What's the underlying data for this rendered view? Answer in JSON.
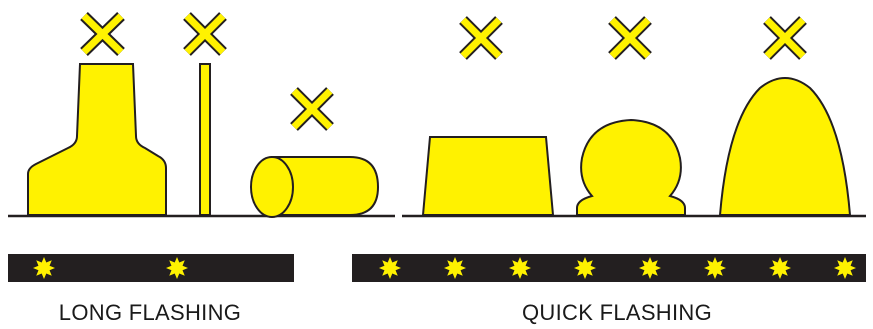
{
  "colors": {
    "buoy_fill": "#fff200",
    "outline": "#231f20",
    "light_bar": "#231f20",
    "flash": "#fff200"
  },
  "buoys": [
    {
      "shape": "spar-with-base",
      "topmark": "x-topmark"
    },
    {
      "shape": "pole",
      "topmark": "x-topmark"
    },
    {
      "shape": "barrel",
      "topmark": "x-topmark"
    },
    {
      "shape": "can",
      "topmark": "x-topmark"
    },
    {
      "shape": "spherical",
      "topmark": "x-topmark"
    },
    {
      "shape": "pillar",
      "topmark": "x-topmark"
    }
  ],
  "light_patterns": {
    "long": {
      "label": "LONG FLASHING",
      "flash_count": 2
    },
    "quick": {
      "label": "QUICK FLASHING",
      "flash_count": 8
    }
  }
}
